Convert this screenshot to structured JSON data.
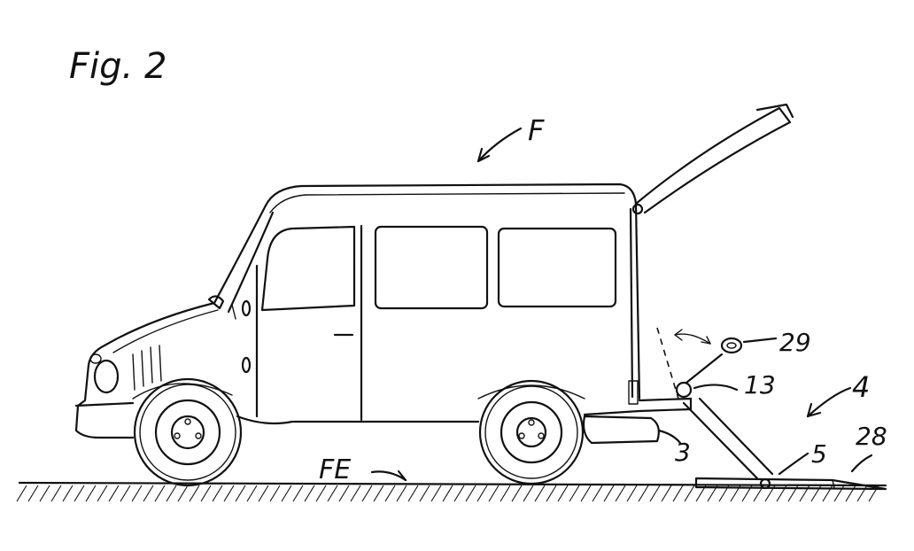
{
  "figure": {
    "title": "Fig. 2"
  },
  "labels": {
    "vehicle": "F",
    "ground": "FE",
    "loading_device": "4",
    "rear_step": "3",
    "ramp_plate": "5",
    "hinge": "13",
    "handle": "29",
    "plate_edge": "28"
  }
}
